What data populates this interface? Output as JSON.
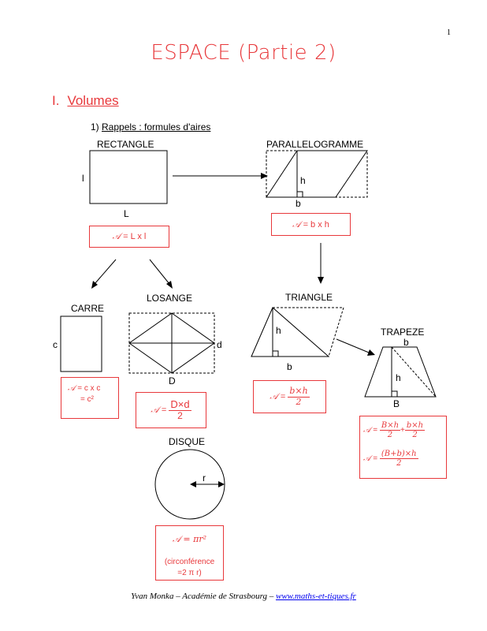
{
  "page_number": "1",
  "title": "ESPACE (Partie 2)",
  "section": {
    "number": "I.",
    "label": "Volumes"
  },
  "subsection": {
    "number": "1)",
    "label": "Rappels : formules d'aires"
  },
  "shapes": {
    "rectangle": {
      "name": "RECTANGLE",
      "side_l": "l",
      "side_L": "L",
      "formula_A": "𝒜",
      "formula": "= L x l"
    },
    "parallelogramme": {
      "name": "PARALLELOGRAMME",
      "height": "h",
      "base": "b",
      "formula_A": "𝒜",
      "formula": "= b x h"
    },
    "carre": {
      "name": "CARRE",
      "side": "c",
      "formula_A": "𝒜",
      "formula_line1": "= c x c",
      "formula_line2": "= c²"
    },
    "losange": {
      "name": "LOSANGE",
      "small_diag": "d",
      "big_diag": "D",
      "formula_A": "𝒜",
      "formula_eq": "=",
      "formula_num": "D×d",
      "formula_den": "2"
    },
    "triangle": {
      "name": "TRIANGLE",
      "height": "h",
      "base": "b",
      "formula_A": "𝒜",
      "formula_eq": "=",
      "formula_num": "b×h",
      "formula_den": "2"
    },
    "trapeze": {
      "name": "TRAPEZE",
      "small_base": "b",
      "height": "h",
      "big_base": "B",
      "formula_A": "𝒜",
      "f1_eq": "=",
      "f1_num1": "B×h",
      "f1_den1": "2",
      "f1_plus": "+",
      "f1_num2": "b×h",
      "f1_den2": "2",
      "f2_eq": "=",
      "f2_num": "(B+b)×h",
      "f2_den": "2"
    },
    "disque": {
      "name": "DISQUE",
      "radius": "r",
      "formula_A": "𝒜",
      "formula": "= πr²",
      "circ_line1": "(circonférence",
      "circ_line2": "=2 π r)"
    }
  },
  "footer": {
    "author": "Yvan Monka – Académie de Strasbourg – ",
    "link": "www.maths-et-tiques.fr"
  }
}
